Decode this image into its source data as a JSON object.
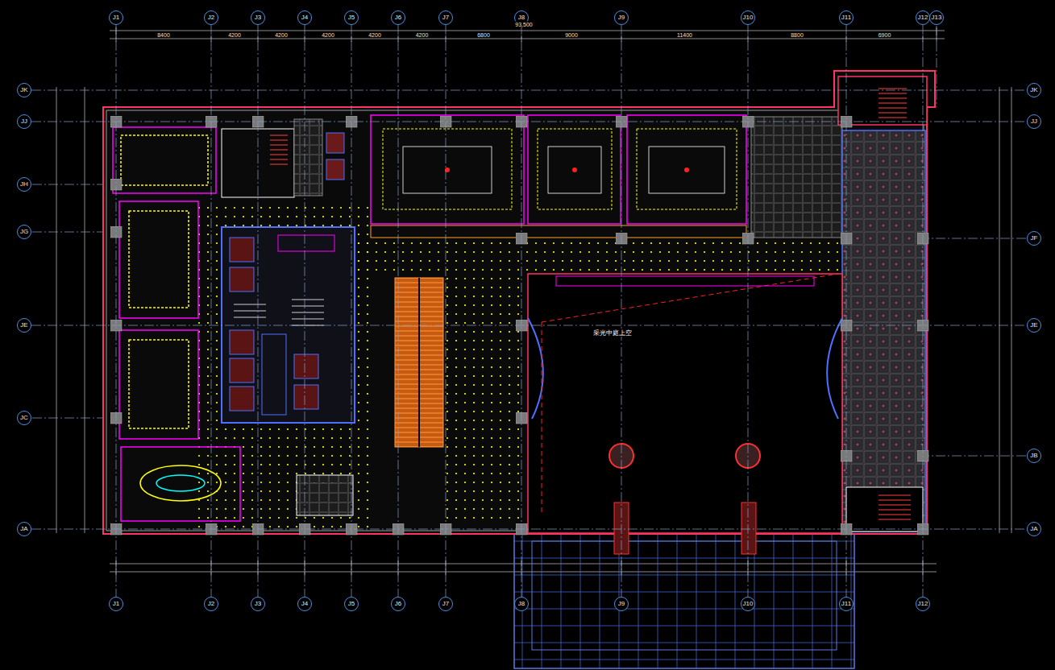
{
  "diagram": {
    "nodes": [
      {
        "text": [
          "J1"
        ]
      },
      {
        "text": [
          "J2"
        ]
      },
      {
        "text": [
          "J3"
        ]
      },
      {
        "text": [
          "J4"
        ]
      },
      {
        "text": [
          "J5"
        ]
      },
      {
        "text": [
          "J6"
        ]
      },
      {
        "text": [
          "J7"
        ]
      },
      {
        "text": [
          "J8"
        ]
      },
      {
        "text": [
          "J9"
        ]
      },
      {
        "text": [
          "J10"
        ]
      },
      {
        "text": [
          "J11"
        ]
      },
      {
        "text": [
          "J12"
        ]
      },
      {
        "text": [
          "J13"
        ]
      },
      {
        "text": [
          "J1"
        ]
      },
      {
        "text": [
          "J2"
        ]
      },
      {
        "text": [
          "J3"
        ]
      },
      {
        "text": [
          "J4"
        ]
      },
      {
        "text": [
          "J5"
        ]
      },
      {
        "text": [
          "J6"
        ]
      },
      {
        "text": [
          "J7"
        ]
      },
      {
        "text": [
          "J8"
        ]
      },
      {
        "text": [
          "J9"
        ]
      },
      {
        "text": [
          "J10"
        ]
      },
      {
        "text": [
          "J11"
        ]
      },
      {
        "text": [
          "J12"
        ]
      },
      {
        "text": [
          "JK"
        ]
      },
      {
        "text": [
          "JJ"
        ]
      },
      {
        "text": [
          "JH"
        ]
      },
      {
        "text": [
          "JG"
        ]
      },
      {
        "text": [
          "JE"
        ]
      },
      {
        "text": [
          "JC"
        ]
      },
      {
        "text": [
          "JA"
        ]
      },
      {
        "text": [
          "JK"
        ]
      },
      {
        "text": [
          "JJ"
        ]
      },
      {
        "text": [
          "JF"
        ]
      },
      {
        "text": [
          "JE"
        ]
      },
      {
        "text": [
          "JB"
        ]
      },
      {
        "text": [
          "JA"
        ]
      }
    ],
    "edges": [
      {
        "from": 0,
        "to": 13,
        "arrow": "none"
      },
      {
        "from": 1,
        "to": 14,
        "arrow": "none"
      },
      {
        "from": 2,
        "to": 15,
        "arrow": "none"
      },
      {
        "from": 3,
        "to": 16,
        "arrow": "none"
      },
      {
        "from": 4,
        "to": 17,
        "arrow": "none"
      },
      {
        "from": 5,
        "to": 18,
        "arrow": "none"
      },
      {
        "from": 6,
        "to": 19,
        "arrow": "none"
      },
      {
        "from": 7,
        "to": 20,
        "arrow": "none"
      },
      {
        "from": 8,
        "to": 21,
        "arrow": "none"
      },
      {
        "from": 9,
        "to": 22,
        "arrow": "none"
      },
      {
        "from": 10,
        "to": 23,
        "arrow": "none"
      },
      {
        "from": 11,
        "to": 24,
        "arrow": "none"
      },
      {
        "from": 25,
        "to": 32,
        "arrow": "none"
      },
      {
        "from": 26,
        "to": 33,
        "arrow": "none"
      },
      {
        "from": 29,
        "to": 35,
        "arrow": "none"
      },
      {
        "from": 31,
        "to": 37,
        "arrow": "none"
      }
    ],
    "labels": [
      "93,500",
      "8400",
      "4200",
      "4200",
      "4200",
      "4200",
      "4200",
      "6800",
      "9000",
      "11400",
      "8800",
      "6900",
      "采光中庭上空"
    ]
  }
}
